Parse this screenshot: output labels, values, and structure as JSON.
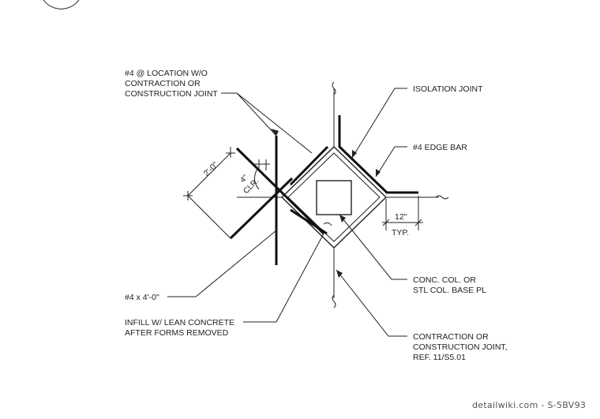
{
  "labels": {
    "location_bar": [
      "#4 @ LOCATION W/O",
      "CONTRACTION OR",
      "CONSTRUCTION JOINT"
    ],
    "isolation_joint": "ISOLATION JOINT",
    "edge_bar": "#4 EDGE BAR",
    "dim_2ft": "2'-0\"",
    "dim_4in": "4\"",
    "clr": "CLR.",
    "dim_12in": "12\"",
    "typ": "TYP.",
    "bar_4x4": "#4 x 4'-0\"",
    "infill": [
      "INFILL  W/ LEAN CONCRETE",
      "AFTER FORMS REMOVED"
    ],
    "column": [
      "CONC. COL. OR",
      "STL COL. BASE PL"
    ],
    "contraction": [
      "CONTRACTION OR",
      "CONSTRUCTION JOINT,",
      "REF.  11/S5.01"
    ]
  },
  "watermark": "detailwiki.com - S-5BV93"
}
